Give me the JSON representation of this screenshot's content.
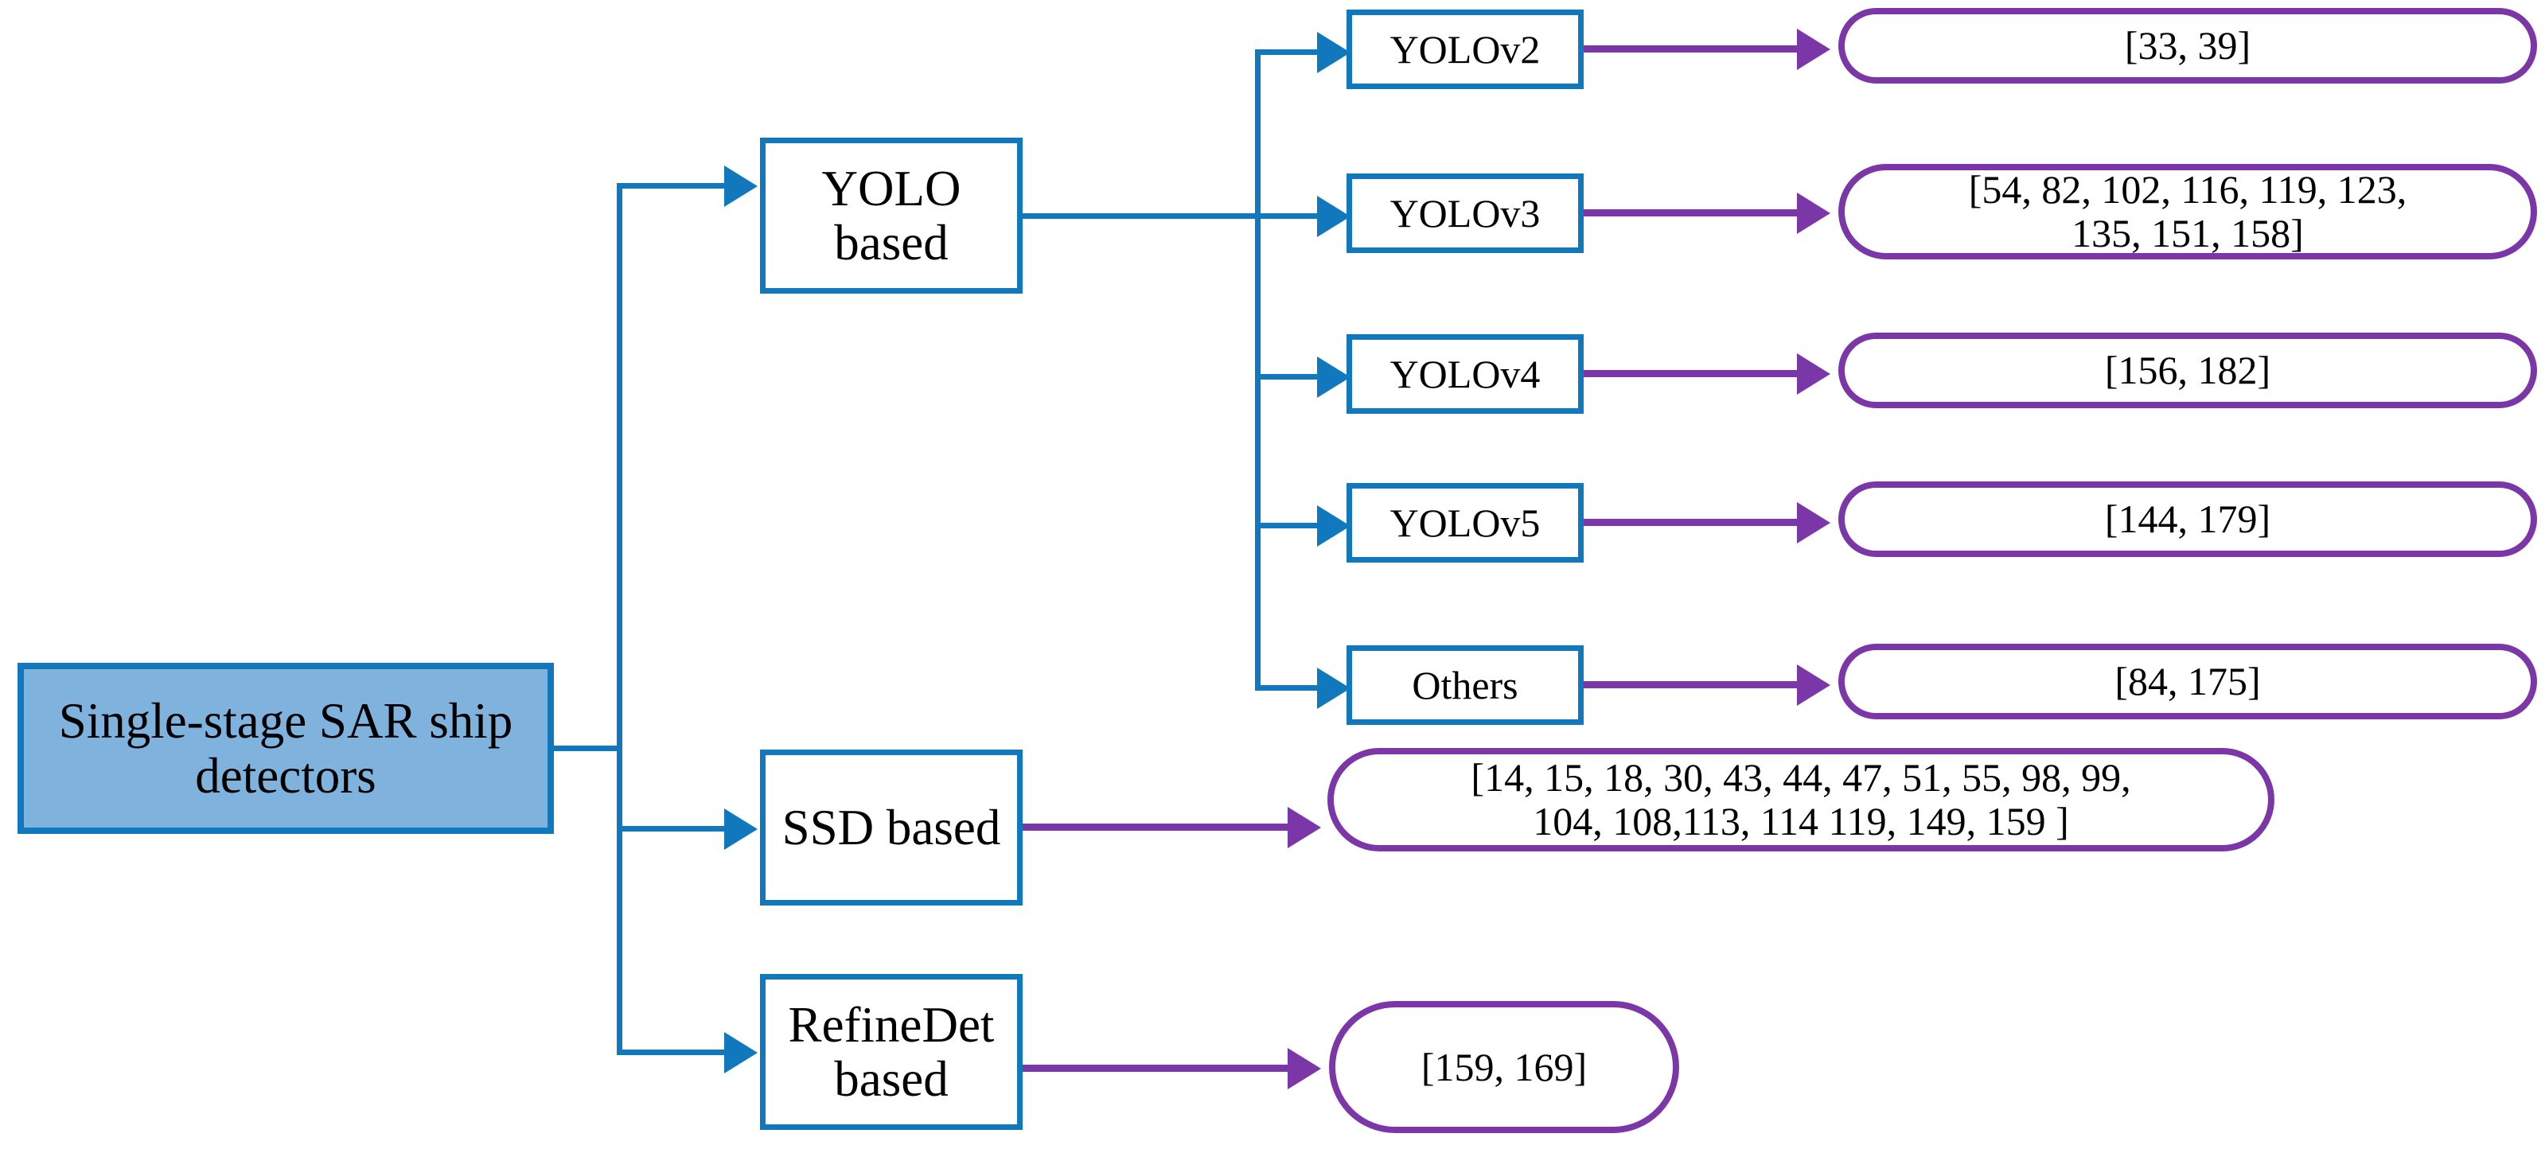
{
  "diagram": {
    "title": "Single-stage SAR ship detectors taxonomy",
    "colors": {
      "node_border_blue": "#1278BE",
      "root_fill_blue": "#7FB3DE",
      "pill_border_purple": "#7B36A8",
      "text": "#000000",
      "background": "#FFFFFF"
    },
    "root": {
      "label_line1": "Single-stage SAR",
      "label_line2": "ship detectors"
    },
    "branches": [
      {
        "id": "yolo",
        "label": "YOLO based"
      },
      {
        "id": "ssd",
        "label": "SSD based"
      },
      {
        "id": "refinedet",
        "label_line1": "RefineDet",
        "label_line2": "based"
      }
    ],
    "yolo_children": [
      {
        "id": "yolov2",
        "label": "YOLOv2",
        "refs_line1": "[33, 39]",
        "refs_line2": ""
      },
      {
        "id": "yolov3",
        "label": "YOLOv3",
        "refs_line1": "[54, 82, 102, 116, 119, 123,",
        "refs_line2": "135, 151, 158]"
      },
      {
        "id": "yolov4",
        "label": "YOLOv4",
        "refs_line1": "[156, 182]",
        "refs_line2": ""
      },
      {
        "id": "yolov5",
        "label": "YOLOv5",
        "refs_line1": "[144, 179]",
        "refs_line2": ""
      },
      {
        "id": "others",
        "label": "Others",
        "refs_line1": "[84, 175]",
        "refs_line2": ""
      }
    ],
    "ssd_refs": {
      "line1": "[14, 15, 18, 30, 43, 44, 47, 51, 55, 98, 99,",
      "line2": "104, 108,113, 114 119, 149, 159 ]"
    },
    "refinedet_refs": {
      "line1": "[159, 169]",
      "line2": ""
    }
  }
}
